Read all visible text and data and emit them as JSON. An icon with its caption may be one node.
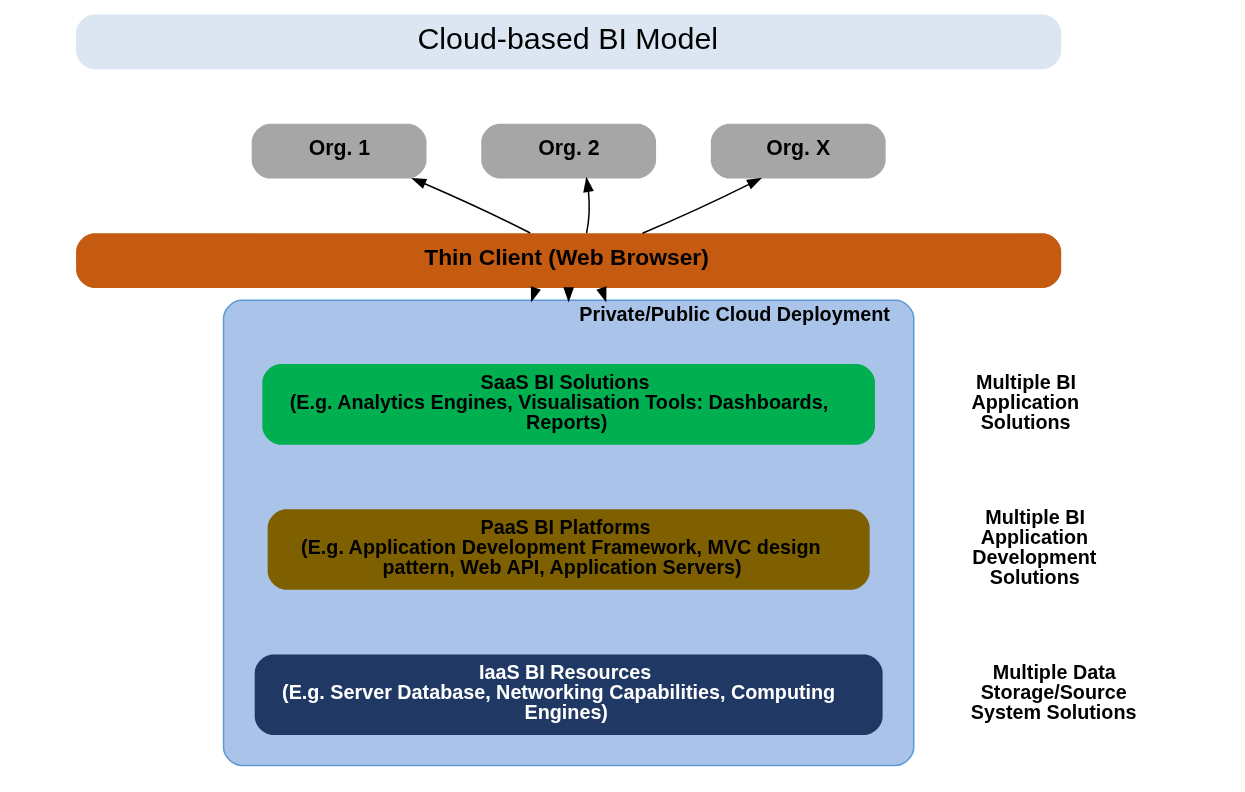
{
  "diagram": {
    "nodes": [
      {
        "text": [
          "Cloud-based BI Model"
        ]
      },
      {
        "text": [
          "Org. 1"
        ]
      },
      {
        "text": [
          "Org. 2"
        ]
      },
      {
        "text": [
          "Org. X"
        ]
      },
      {
        "text": [
          "Thin Client (Web Browser)"
        ]
      },
      {
        "text": [
          "Private/Public Cloud Deployment"
        ]
      },
      {
        "text": [
          "SaaS BI Solutions",
          "(E.g. Analytics Engines, Visualisation Tools: Dashboards, Reports)"
        ],
        "in": 5
      },
      {
        "text": [
          "PaaS BI Platforms",
          "(E.g. Application Development Framework, MVC design pattern, Web API, Application Servers)"
        ],
        "in": 5
      },
      {
        "text": [
          "IaaS BI Resources",
          "(E.g. Server Database, Networking Capabilities, Computing Engines)"
        ],
        "in": 5
      }
    ],
    "edges": [
      {
        "from": 4,
        "to": 1,
        "arrow": "to"
      },
      {
        "from": 4,
        "to": 2,
        "arrow": "to"
      },
      {
        "from": 4,
        "to": 3,
        "arrow": "to"
      },
      {
        "from": 4,
        "to": 5,
        "arrow": "to"
      },
      {
        "from": 4,
        "to": 5,
        "arrow": "to"
      },
      {
        "from": 4,
        "to": 5,
        "arrow": "to"
      }
    ],
    "labels": [
      "Multiple BI Application Solutions",
      "Multiple BI Application Development Solutions",
      "Multiple Data Storage/Source System Solutions"
    ]
  }
}
